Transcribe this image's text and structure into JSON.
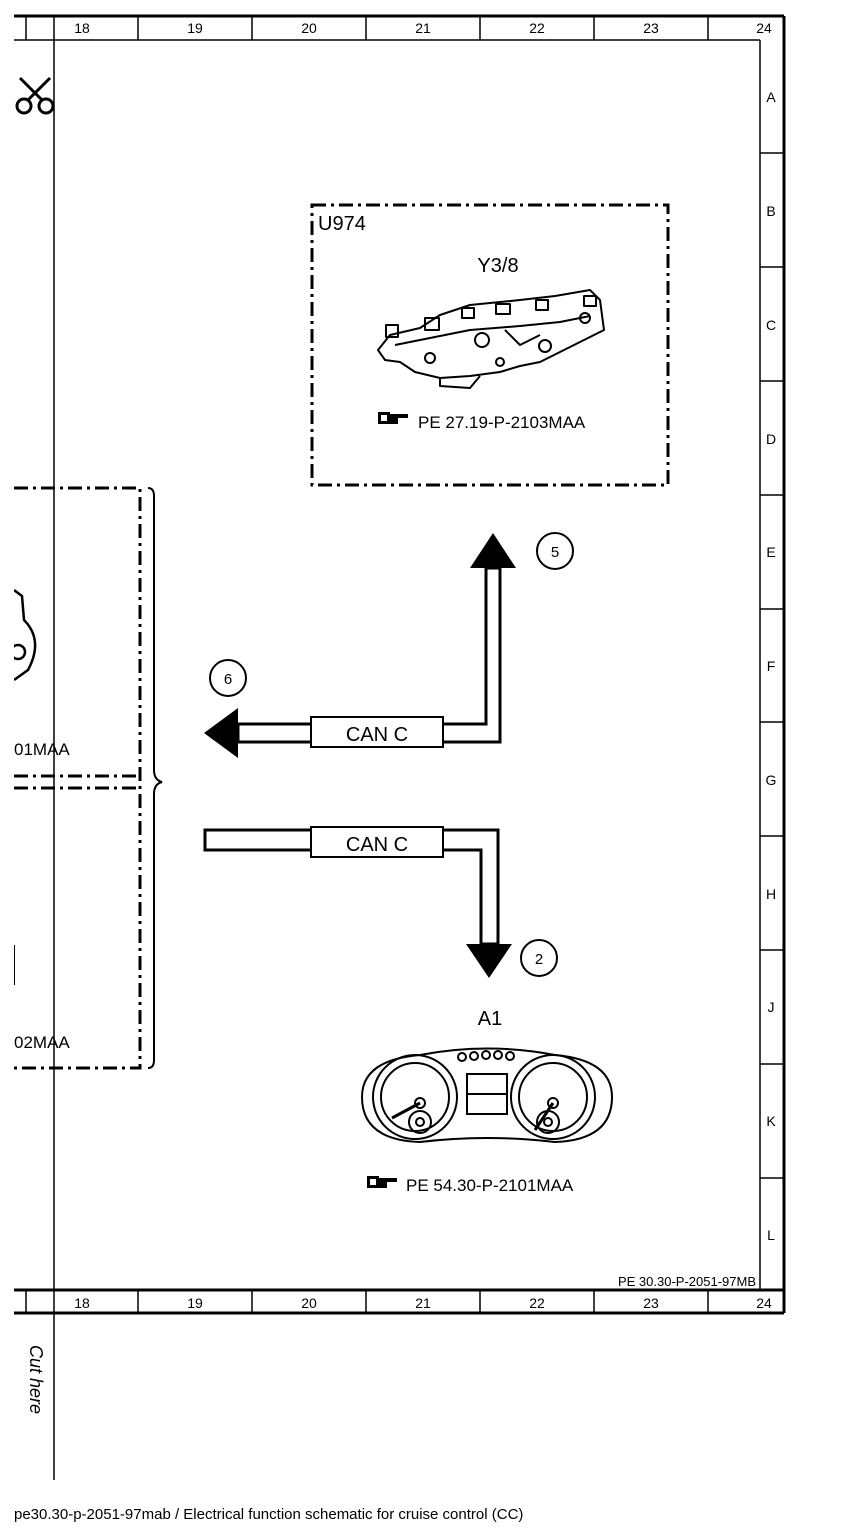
{
  "grid": {
    "columns": [
      "18",
      "19",
      "20",
      "21",
      "22",
      "23",
      "24"
    ],
    "rows": [
      "A",
      "B",
      "C",
      "D",
      "E",
      "F",
      "G",
      "H",
      "J",
      "K",
      "L"
    ]
  },
  "sheet_ref": "PE 30.30-P-2051-97MB",
  "cut_label": "Cut here",
  "icons": {
    "scissors": "scissors-icon",
    "reference": "pointing-hand-icon",
    "valve_body": "valve-body-icon",
    "instrument_cluster": "instrument-cluster-icon"
  },
  "components": {
    "u974": {
      "label": "U974",
      "part": "Y3/8",
      "ref": "PE 27.19-P-2103MAA"
    },
    "a1": {
      "label": "A1",
      "ref": "PE 54.30-P-2101MAA"
    },
    "left_block": {
      "ref_upper": "01MAA",
      "ref_lower": "02MAA"
    }
  },
  "connections": [
    {
      "label": "CAN C",
      "marker": "6",
      "target_marker": "5"
    },
    {
      "label": "CAN C",
      "marker": "2"
    }
  ],
  "footer": "pe30.30-p-2051-97mab / Electrical function schematic for cruise control (CC)"
}
